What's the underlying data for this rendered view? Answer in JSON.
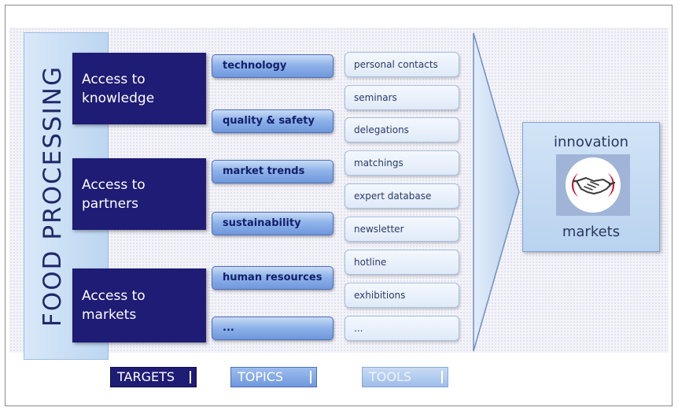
{
  "left_bar": {
    "label": "FOOD PROCESSING"
  },
  "targets": [
    {
      "label": "Access to\nknowledge"
    },
    {
      "label": "Access to\npartners"
    },
    {
      "label": "Access to\nmarkets"
    }
  ],
  "topics": [
    {
      "label": "technology"
    },
    {
      "label": "quality & safety"
    },
    {
      "label": "market trends"
    },
    {
      "label": "sustainability"
    },
    {
      "label": "human resources"
    },
    {
      "label": "..."
    }
  ],
  "tools": [
    {
      "label": "personal contacts"
    },
    {
      "label": "seminars"
    },
    {
      "label": "delegations"
    },
    {
      "label": "matchings"
    },
    {
      "label": "expert database"
    },
    {
      "label": "newsletter"
    },
    {
      "label": "hotline"
    },
    {
      "label": "exhibitions"
    },
    {
      "label": "..."
    }
  ],
  "outcome": {
    "top_label": "innovation",
    "bottom_label": "markets",
    "icon": "handshake-icon"
  },
  "legend": {
    "targets": "TARGETS",
    "topics": "TOPICS",
    "tools": "TOOLS"
  },
  "colors": {
    "target_fill": "#1f1c75",
    "topic_fill": "#7fa6e4",
    "tool_fill": "#e8f0fa",
    "light_blue": "#c7dcf3",
    "text_navy": "#14206a",
    "logo_red": "#c8102e"
  }
}
